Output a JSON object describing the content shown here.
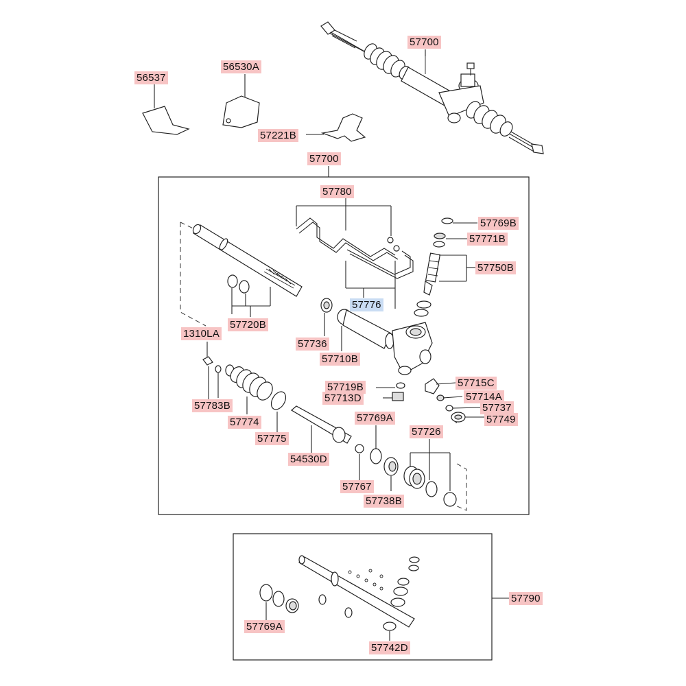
{
  "labels": {
    "p57700_top": "57700",
    "p56537": "56537",
    "p56530A": "56530A",
    "p57221B": "57221B",
    "p57700_box": "57700",
    "p57780": "57780",
    "p57769B": "57769B",
    "p57771B": "57771B",
    "p57750B": "57750B",
    "p57776": "57776",
    "p57736": "57736",
    "p57710B": "57710B",
    "p57720B": "57720B",
    "p1310LA": "1310LA",
    "p57783B": "57783B",
    "p57774": "57774",
    "p57775": "57775",
    "p54530D": "54530D",
    "p57719B": "57719B",
    "p57713D": "57713D",
    "p57715C": "57715C",
    "p57714A": "57714A",
    "p57737": "57737",
    "p57749": "57749",
    "p57769A_mid": "57769A",
    "p57726": "57726",
    "p57767": "57767",
    "p57738B": "57738B",
    "p57790": "57790",
    "p57769A_bot": "57769A",
    "p57742D": "57742D"
  },
  "colors": {
    "label_bg": "#f7c4c4",
    "label_highlight_bg": "#c9dcf3",
    "line": "#222222"
  }
}
